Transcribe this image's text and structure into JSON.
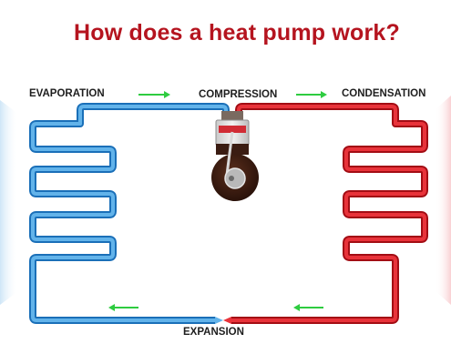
{
  "title": "How does a heat pump work?",
  "stages": {
    "evaporation": "EVAPORATION",
    "compression": "COMPRESSION",
    "condensation": "CONDENSATION",
    "expansion": "EXPANSION"
  },
  "colors": {
    "title": "#b5141f",
    "cold_pipe": "#2f8fd6",
    "hot_pipe": "#d4141c",
    "flow_arrow": "#2ecc40",
    "compressor_body": "#3a1c12"
  },
  "icons": [
    "right-arrow-icon",
    "left-arrow-icon",
    "compressor-icon"
  ]
}
